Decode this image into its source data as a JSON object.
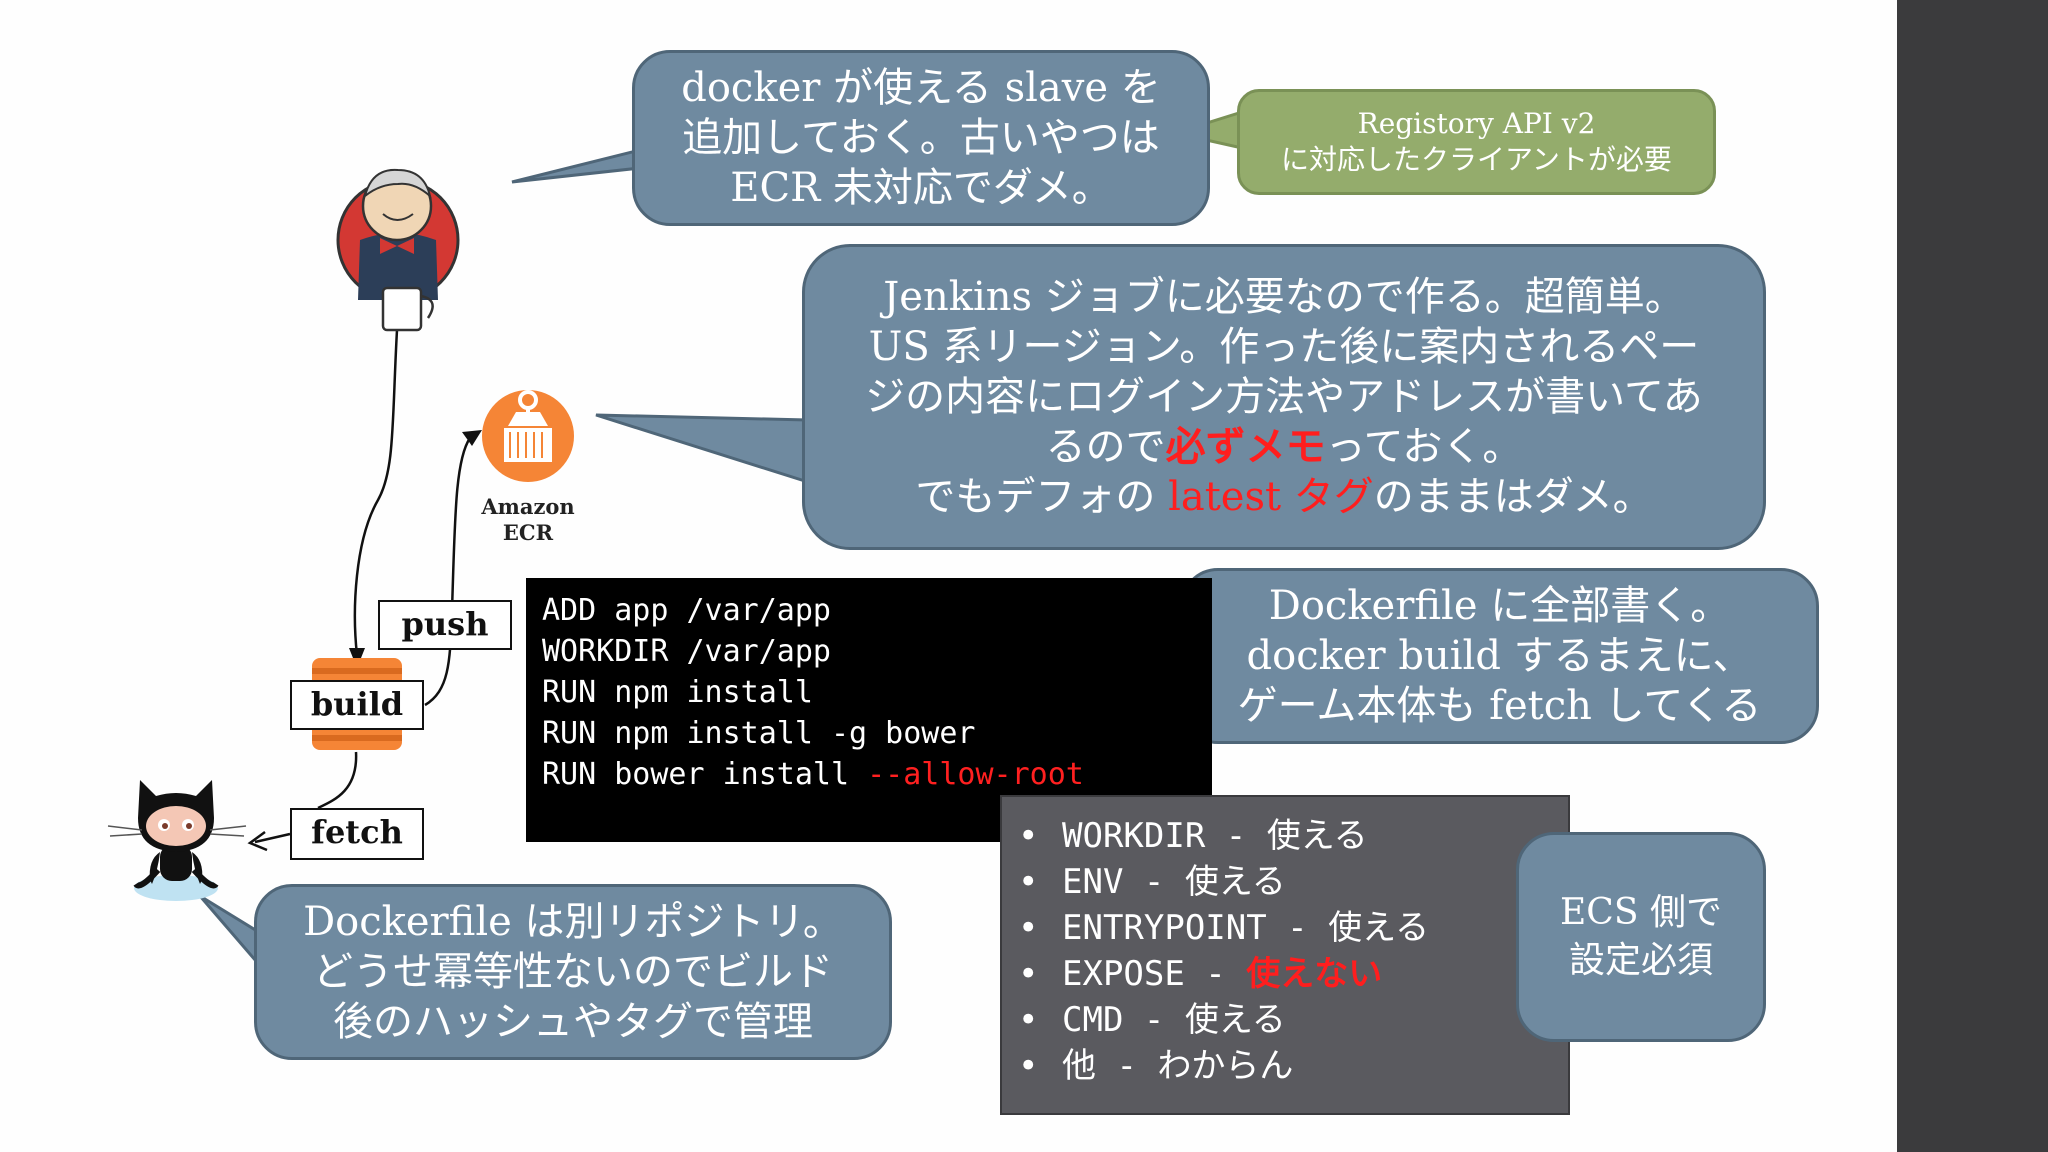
{
  "bubbles": {
    "docker_slave": [
      "docker が使える slave を",
      "追加しておく。古いやつは",
      "ECR 未対応でダメ。"
    ],
    "registry": [
      "Registory API v2",
      "に対応したクライアントが必要"
    ],
    "jenkins_job": {
      "line1": "Jenkins ジョブに必要なので作る。超簡単。",
      "line2": "US 系リージョン。作った後に案内されるペー",
      "line3": "ジの内容にログイン方法やアドレスが書いてあ",
      "line4_a": "るので",
      "line4_red": "必ずメモ",
      "line4_b": "っておく。",
      "line5_a": "でもデフォの ",
      "line5_red1": "latest タグ",
      "line5_b": "のままはダメ。"
    },
    "dockerfile": [
      "Dockerfile に全部書く。",
      "docker build するまえに、",
      "ゲーム本体も fetch してくる"
    ],
    "repo": [
      "Dockerfile は別リポジトリ。",
      "どうせ冪等性ないのでビルド",
      "後のハッシュやタグで管理"
    ],
    "ecs": [
      "ECS 側で",
      "設定必須"
    ]
  },
  "code": {
    "lines": [
      "ADD app /var/app",
      "WORKDIR /var/app",
      "RUN npm install",
      "RUN npm install -g bower"
    ],
    "last_prefix": "RUN bower install ",
    "last_red": "--allow-root"
  },
  "capabilities": {
    "bullet": "•",
    "items": [
      {
        "label": "WORKDIR - 使える",
        "red": ""
      },
      {
        "label": "ENV - 使える",
        "red": ""
      },
      {
        "label": "ENTRYPOINT - 使える",
        "red": ""
      },
      {
        "label": "EXPOSE - ",
        "red": "使えない"
      },
      {
        "label": "CMD - 使える",
        "red": ""
      },
      {
        "label": "他 - わからん",
        "red": ""
      }
    ]
  },
  "steps": {
    "push": "push",
    "build": "build",
    "fetch": "fetch"
  },
  "ecr": {
    "line1": "Amazon",
    "line2": "ECR"
  },
  "icons": [
    "jenkins-icon",
    "amazon-ecr-icon",
    "build-box-icon",
    "github-octocat-icon"
  ],
  "colors": {
    "bubble": "#6f8aa0",
    "registry_bubble": "#94ac6c",
    "highlight": "#ff1e1e",
    "code_bg": "#000000",
    "capability_bg": "#5a5a5f",
    "ecr_orange": "#f58536"
  }
}
